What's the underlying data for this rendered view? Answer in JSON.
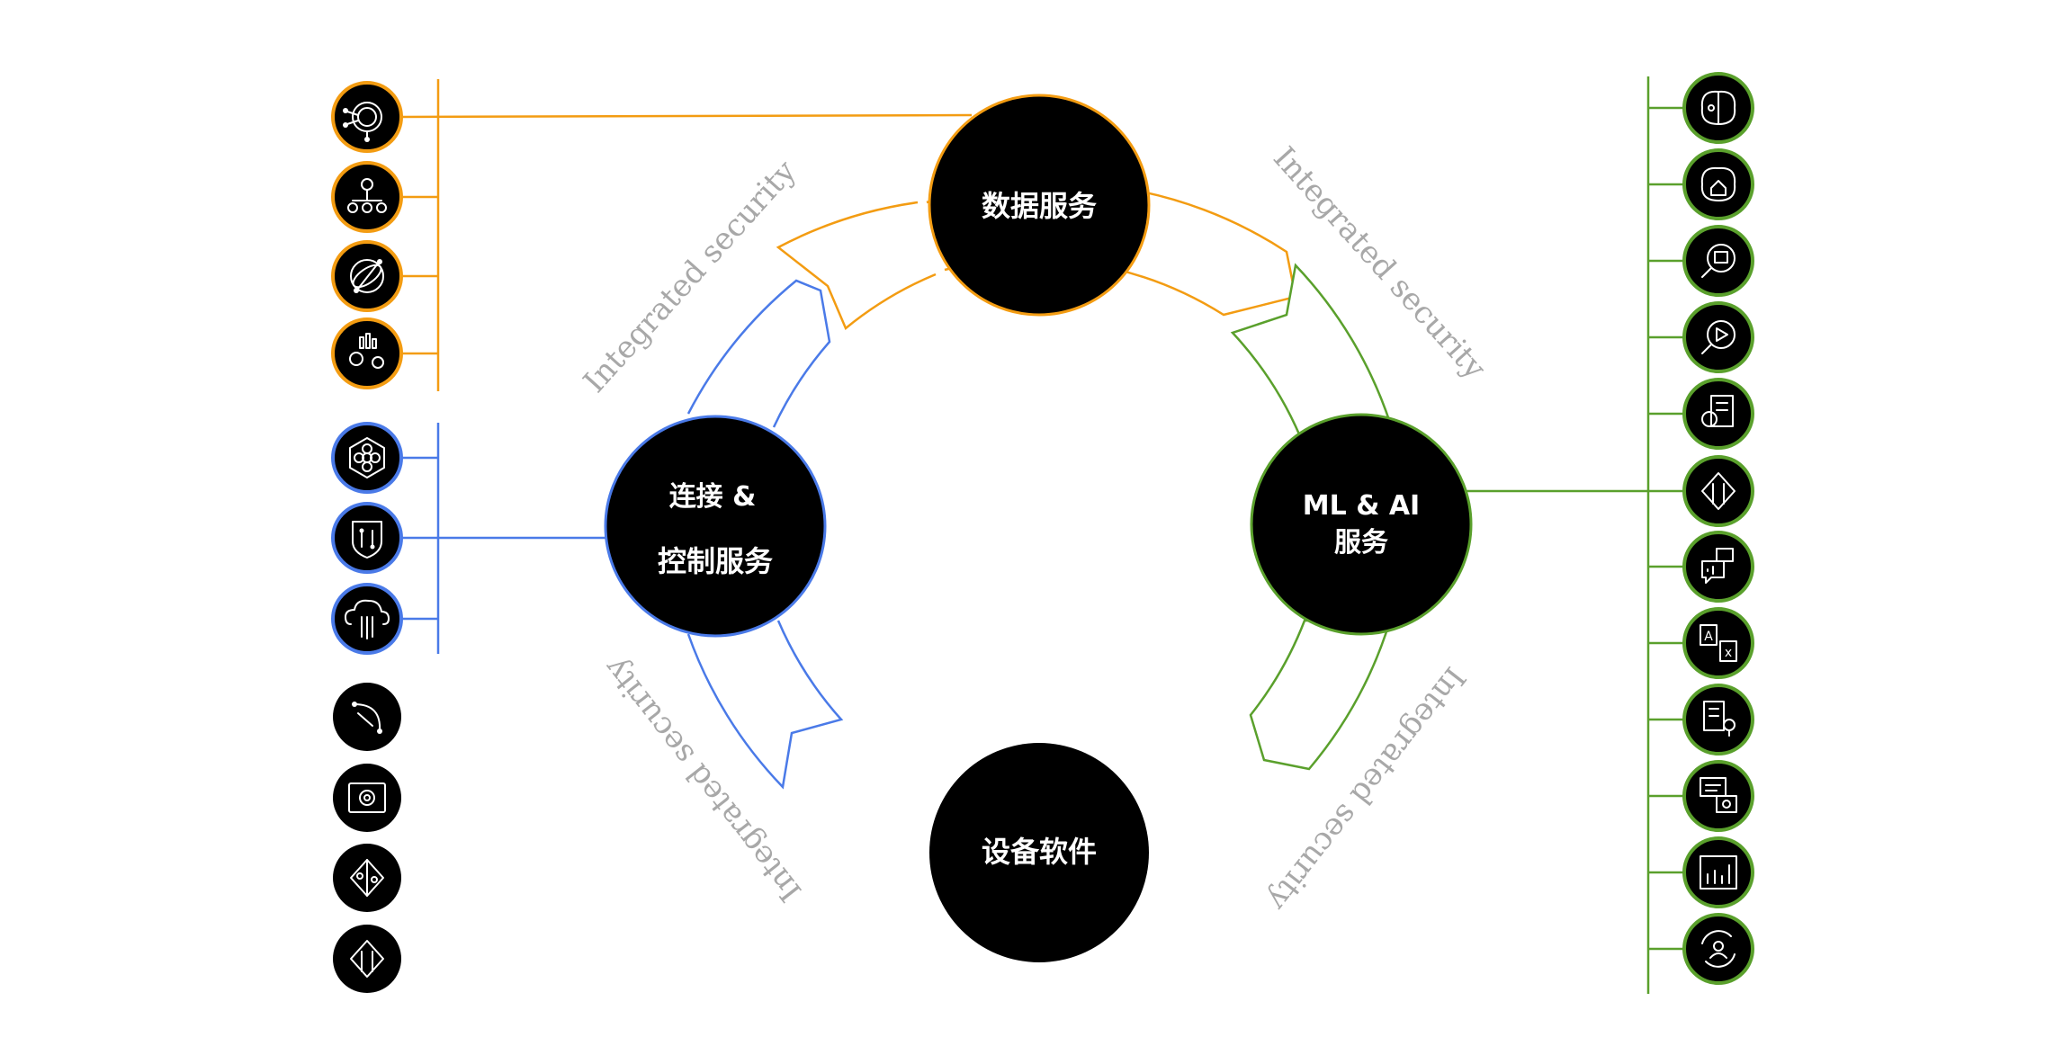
{
  "colors": {
    "data": "#f39c12",
    "connect": "#4a7ae8",
    "ml": "#5aa02c",
    "hub_fill": "#000000",
    "security_text": "#a8a8a8"
  },
  "hubs": {
    "data": {
      "label": "数据服务"
    },
    "connect": {
      "line1": "连接 &",
      "line2": "控制服务"
    },
    "ml": {
      "line1": "ML & AI",
      "line2": "服务"
    },
    "device": {
      "label": "设备软件"
    }
  },
  "security": {
    "top_left": "Integrated security",
    "top_right": "Integrated security",
    "bottom_left": "Integrated security",
    "bottom_right": "Integrated security"
  },
  "icons": {
    "data": [
      "orbit-nodes-icon",
      "hierarchy-network-icon",
      "globe-network-icon",
      "chart-gears-icon"
    ],
    "connect": [
      "hexagon-flower-icon",
      "shield-circuit-icon",
      "cloud-circuit-icon"
    ],
    "device": [
      "node-arc-icon",
      "chip-gear-icon",
      "circuit-diamond-icon",
      "circuit-diamond-alt-icon"
    ],
    "ml": [
      "brain-circuit-icon",
      "brain-home-icon",
      "magnifier-image-icon",
      "magnifier-video-icon",
      "document-sync-icon",
      "circuit-diamond-icon",
      "chat-audio-icon",
      "translate-icon",
      "document-bulb-icon",
      "chat-gear-icon",
      "bar-chart-up-icon",
      "user-cycle-icon"
    ]
  }
}
